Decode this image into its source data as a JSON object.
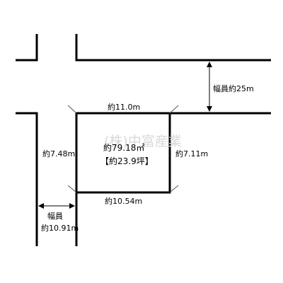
{
  "plot": {
    "width_top": "約11.0m",
    "width_bottom": "約10.54m",
    "depth_left": "約7.48m",
    "depth_right": "約7.11m",
    "area_sqm": "約79.18㎡",
    "area_tsubo": "【約23.9坪】"
  },
  "roads": {
    "main_road_width_label": "幅員約25m",
    "side_road_label_line1": "幅員",
    "side_road_label_line2": "約10.91m"
  },
  "watermark": "(株)中富産業",
  "colors": {
    "road_line": "#000000",
    "dimension_line": "#555555",
    "watermark": "#d8d8d8"
  }
}
